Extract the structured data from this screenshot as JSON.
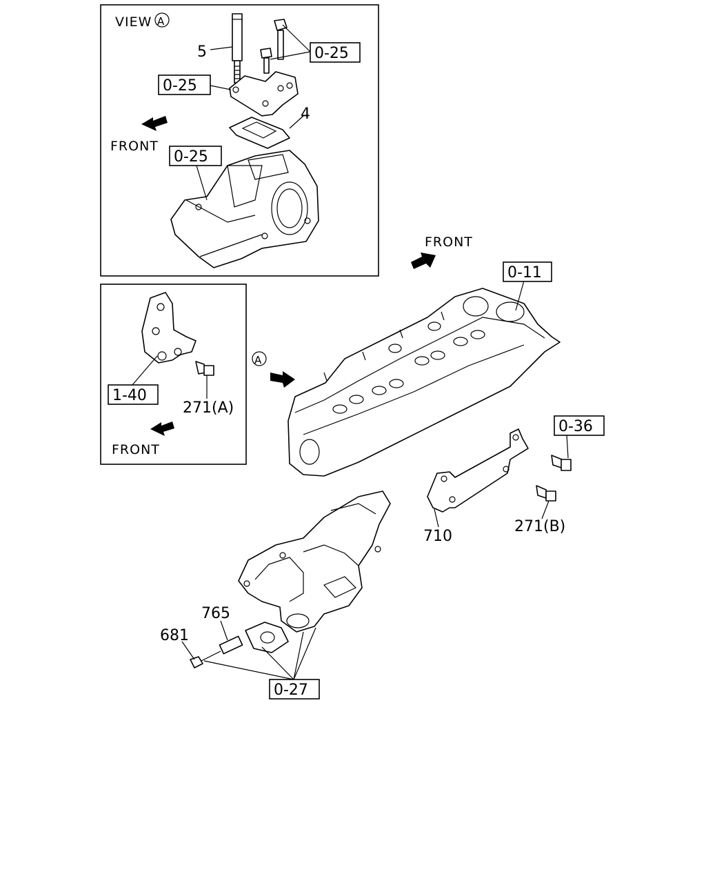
{
  "view_label": "VIEW",
  "view_marker": "A",
  "front_labels": [
    "FRONT",
    "FRONT",
    "FRONT"
  ],
  "inset_view": {
    "part_5": "5",
    "part_4": "4",
    "ref_025_top": "0-25",
    "ref_025_left": "0-25",
    "ref_025_body": "0-25"
  },
  "inset_bracket": {
    "ref_140": "1-40",
    "part_271a": "271(A)"
  },
  "main": {
    "marker_a": "A",
    "ref_011": "0-11",
    "ref_036": "0-36",
    "part_710": "710",
    "part_271b": "271(B)",
    "part_765": "765",
    "part_681": "681",
    "ref_027": "0-27"
  }
}
